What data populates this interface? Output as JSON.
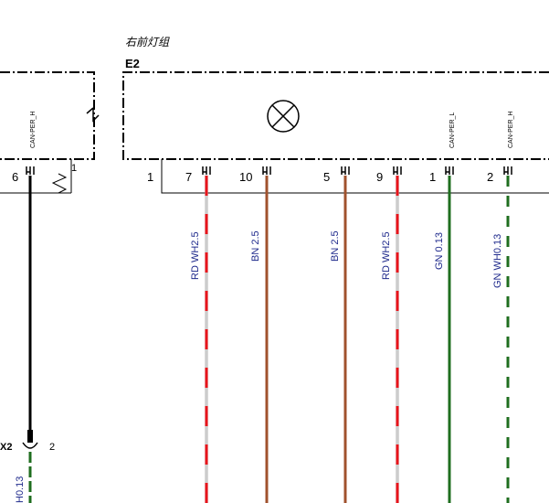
{
  "component": {
    "title": "右前灯组",
    "id": "E2",
    "can_labels": [
      "CAN-PER_L",
      "CAN-PER_H"
    ]
  },
  "left_component": {
    "can_label": "CAN-PER_H",
    "pin": "6",
    "small_pin": "1"
  },
  "connector": {
    "id": "X2",
    "pin": "2"
  },
  "pins": [
    "1",
    "7",
    "10",
    "5",
    "9",
    "1",
    "2"
  ],
  "wires": [
    {
      "pin": "7",
      "label": "RD WH2.5"
    },
    {
      "pin": "10",
      "label": "BN 2.5"
    },
    {
      "pin": "5",
      "label": "BN 2.5"
    },
    {
      "pin": "9",
      "label": "RD WH2.5"
    },
    {
      "pin": "1",
      "label": "GN 0.13"
    },
    {
      "pin": "2",
      "label": "GN WH0.13"
    }
  ],
  "left_wire_label": "H0.13",
  "colors": {
    "red": "#e8141b",
    "brown": "#a0522d",
    "green": "#1f6e1f",
    "black": "#000000"
  }
}
